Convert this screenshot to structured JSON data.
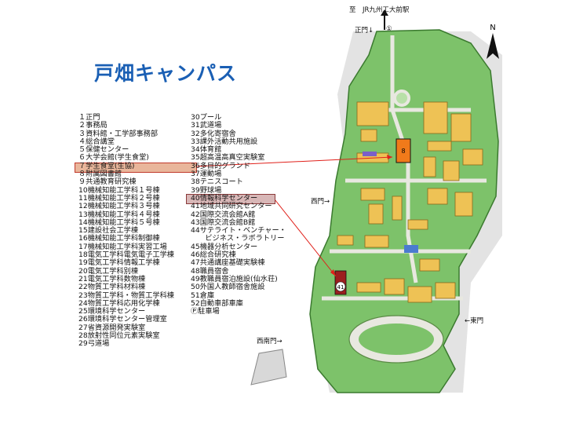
{
  "title": "戸畑キャンパス",
  "access_label": "至　JR九州工大前駅",
  "gate_labels": {
    "main": "正門↓",
    "west": "西門→",
    "east": "←東門",
    "southwest": "西南門→"
  },
  "compass": "N",
  "map_markers": {
    "library": "8",
    "collab_center": "41",
    "main_gate_num": "①"
  },
  "buildings_left": [
    "１正門",
    "２事務局",
    "３資料館・工学部事務部",
    "４総合講堂",
    "５保健センター",
    "６大学会館(学生食堂)",
    "７学生食堂(生協)",
    "８附属図書館",
    "９共通教育研究棟",
    "10機械知能工学科１号棟",
    "11機械知能工学科２号棟",
    "12機械知能工学科３号棟",
    "13機械知能工学科４号棟",
    "14機械知能工学科５号棟",
    "15建設社会工学棟",
    "16機械知能工学科制御棟",
    "17機械知能工学科実習工場",
    "18電気工学科電気電子工学棟",
    "19電気工学科情報工学棟",
    "20電気工学科別棟",
    "21電気工学科数物棟",
    "22物質工学科材料棟",
    "23物質工学科・物質工学科棟",
    "24物質工学科応用化学棟",
    "25環境科学センター",
    "26環境科学センター管理室",
    "27省資源開発実験室",
    "28放射性同位元素実験室",
    "29弓道場"
  ],
  "buildings_right": [
    "30プール",
    "31武道場",
    "32多化寄宿舎",
    "33課外活動共用施設",
    "34体育館",
    "35超高温高真空実験室",
    "36多目的グランド",
    "37運動場",
    "38テニスコート",
    "39野球場",
    "40情報科学センター",
    "41地域共同研究センター",
    "42国際交流会館A館",
    "43国際交流会館B館",
    "44サテライト・ベンチャー・",
    "　　ビジネス・ラボラトリー",
    "45機器分析センター",
    "46総合研究棟",
    "47共通講座基礎実験棟",
    "48職員宿舎",
    "49教職員宿泊施設(仙水荘)",
    "50外国人教師宿舎施設",
    "51倉庫",
    "52自動車部車庫",
    "Ⓟ駐車場"
  ],
  "colors": {
    "title": "#1a5fb4",
    "campus_green": "#7dc26a",
    "building_yellow": "#eec255",
    "library_orange": "#f07a1a",
    "collab_red": "#9c1f1f",
    "connector_red": "#e0201a"
  }
}
